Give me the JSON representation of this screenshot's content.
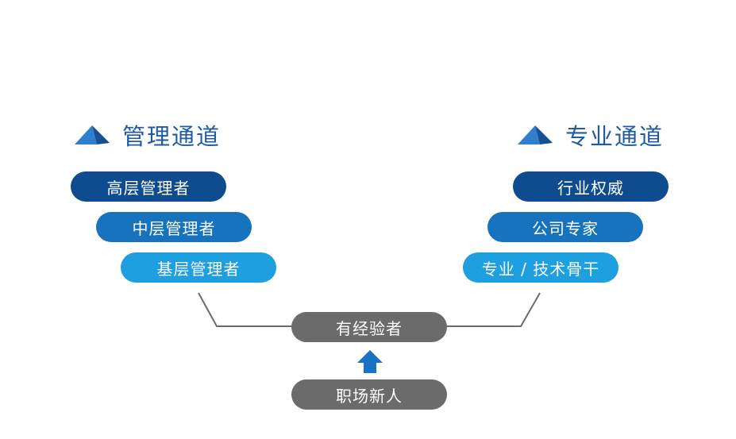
{
  "management_track": {
    "title": "管理通道",
    "icon": "pyramid-icon",
    "levels": [
      {
        "label": "高层管理者",
        "color": "#0f4c8f"
      },
      {
        "label": "中层管理者",
        "color": "#1773bd"
      },
      {
        "label": "基层管理者",
        "color": "#1d9fe0"
      }
    ]
  },
  "professional_track": {
    "title": "专业通道",
    "icon": "pyramid-icon",
    "levels": [
      {
        "label": "行业权威",
        "color": "#0f4c8f"
      },
      {
        "label": "公司专家",
        "color": "#1773bd"
      },
      {
        "label": "专业 / 技术骨干",
        "color": "#1d9fe0"
      }
    ]
  },
  "base": {
    "experienced": "有经验者",
    "newcomer": "职场新人",
    "arrow_icon": "arrow-up-icon",
    "gray": "#6b6b6b",
    "arrow_color": "#1a72c4"
  }
}
